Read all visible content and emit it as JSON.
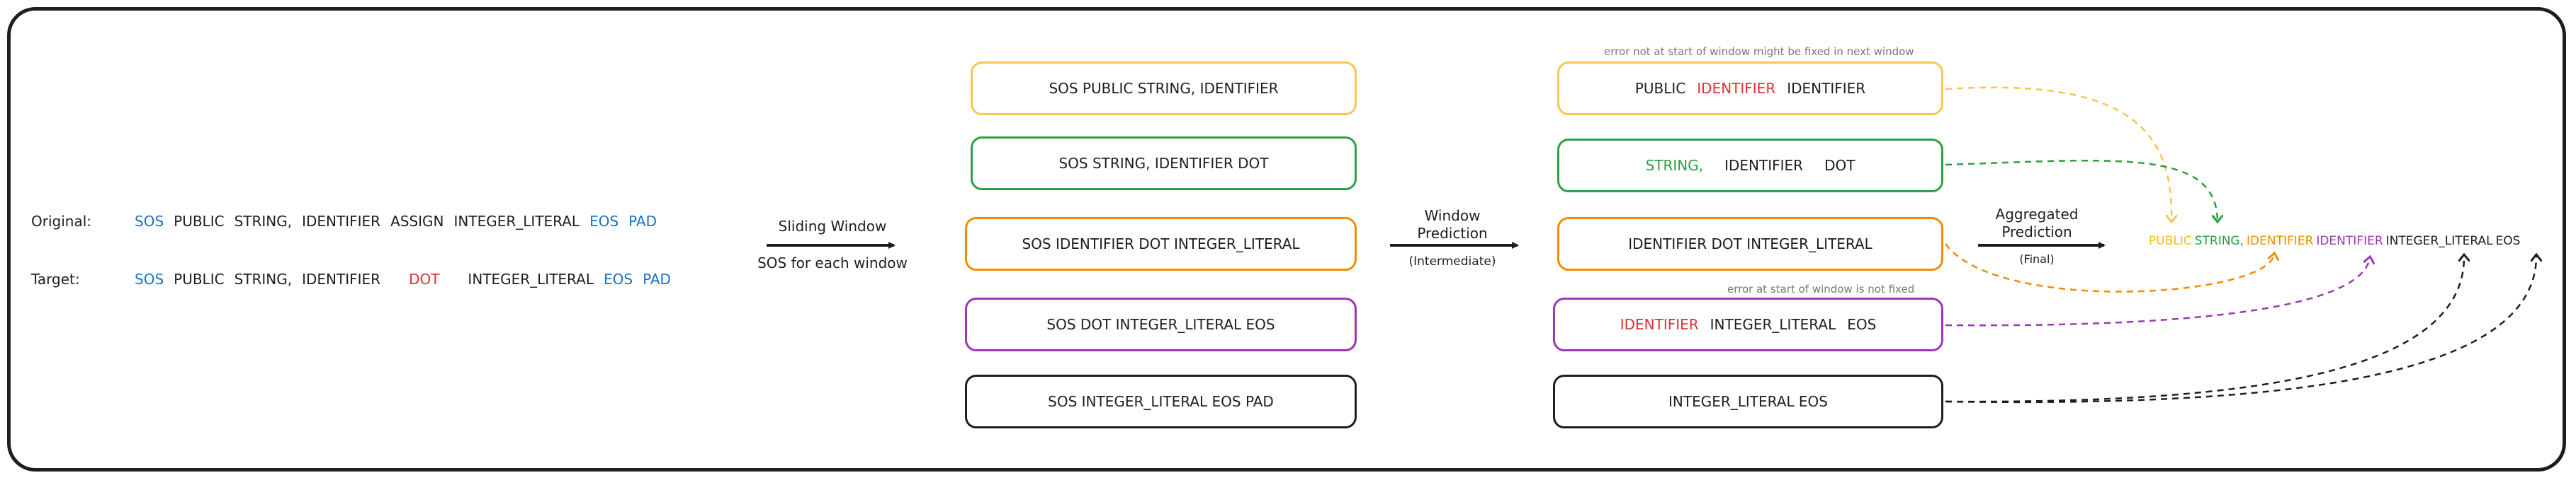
{
  "labels": {
    "original": "Original:",
    "target": "Target:",
    "sliding_1": "Sliding Window",
    "sliding_2": "SOS for each window",
    "window_pred_1": "Window",
    "window_pred_2": "Prediction",
    "window_pred_3": "(Intermediate)",
    "agg_1": "Aggregated",
    "agg_2": "Prediction",
    "agg_3": "(Final)"
  },
  "original_tokens": [
    "SOS",
    "PUBLIC",
    "STRING,",
    "IDENTIFIER",
    "ASSIGN",
    "INTEGER_LITERAL",
    "EOS",
    "PAD"
  ],
  "target_tokens": [
    "SOS",
    "PUBLIC",
    "STRING,",
    "IDENTIFIER",
    "DOT",
    "INTEGER_LITERAL",
    "EOS",
    "PAD"
  ],
  "windows": [
    "SOS PUBLIC STRING, IDENTIFIER",
    "SOS STRING, IDENTIFIER DOT",
    "SOS IDENTIFIER DOT INTEGER_LITERAL",
    "SOS DOT INTEGER_LITERAL EOS",
    "SOS INTEGER_LITERAL EOS PAD"
  ],
  "predictions": [
    [
      "PUBLIC",
      "IDENTIFIER",
      "IDENTIFIER"
    ],
    [
      "STRING,",
      "IDENTIFIER",
      "DOT"
    ],
    [
      "IDENTIFIER DOT INTEGER_LITERAL"
    ],
    [
      "IDENTIFIER",
      "INTEGER_LITERAL",
      "EOS"
    ],
    [
      "INTEGER_LITERAL EOS"
    ]
  ],
  "notes": {
    "top": "error not at start of window might be fixed in next window",
    "mid": "error at start of window is not fixed"
  },
  "aggregated_tokens": [
    "PUBLIC",
    "STRING,",
    "IDENTIFIER",
    "IDENTIFIER",
    "INTEGER_LITERAL",
    "EOS"
  ],
  "colors": {
    "blue": "#1971c2",
    "red": "#e03131",
    "green": "#2f9e44",
    "orange": "#f08c00",
    "purple": "#9c36b5",
    "yellow": "#f2c94c",
    "black": "#1e1e1e"
  }
}
